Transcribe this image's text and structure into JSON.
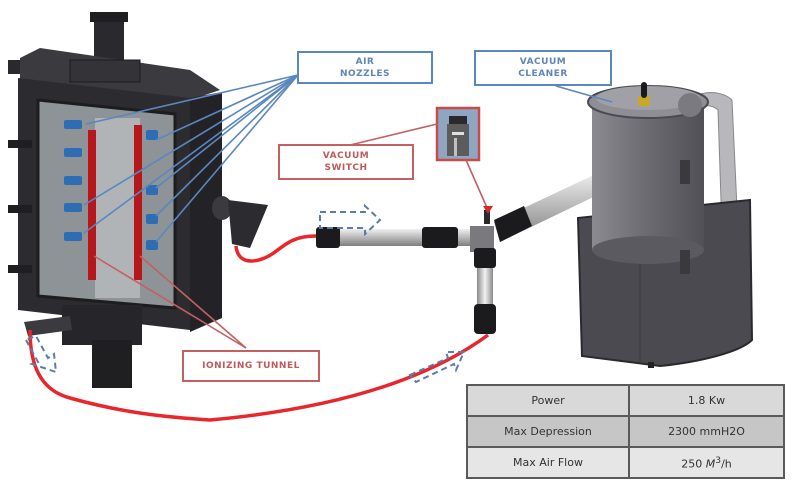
{
  "diagram": {
    "callouts": {
      "air_nozzles": "AIR\nNOZZLES",
      "vacuum_cleaner": "VACUUM\nCLEANER",
      "vacuum_switch": "VACUUM\nSWITCH",
      "ionizing_tunnel": "IONIZING TUNNEL"
    },
    "components": [
      "ionizing machine",
      "vacuum switch",
      "vacuum cleaner",
      "T-pipe connector",
      "flexible hose"
    ],
    "colors": {
      "callout_blue": "#5b87bf",
      "callout_red": "#c46060",
      "hose_red": "#e8262b",
      "flow_arrow": "#5a7ea8",
      "machine_dark": "#2e2e32",
      "vacuum_body": "#6b6b70"
    }
  },
  "specs": {
    "rows": [
      {
        "label": "Power",
        "value": "1.8 Kw"
      },
      {
        "label": "Max Depression",
        "value": "2300 mmH2O"
      },
      {
        "label": "Max Air Flow",
        "value_num": "250 ",
        "value_unit": "M",
        "value_sup": "3",
        "value_tail": "/h"
      }
    ]
  }
}
